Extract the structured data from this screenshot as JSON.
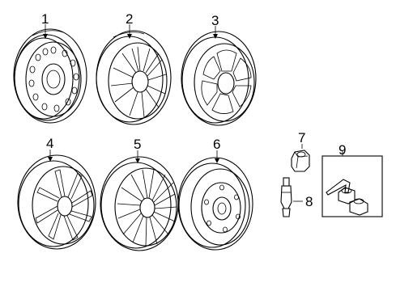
{
  "callouts": {
    "c1": "1",
    "c2": "2",
    "c3": "3",
    "c4": "4",
    "c5": "5",
    "c6": "6",
    "c7": "7",
    "c8": "8",
    "c9": "9"
  },
  "parts": [
    {
      "callout": "1",
      "icon": "steel-wheel-icon"
    },
    {
      "callout": "2",
      "icon": "alloy-wheel-split-spoke-icon"
    },
    {
      "callout": "3",
      "icon": "alloy-wheel-five-window-icon"
    },
    {
      "callout": "4",
      "icon": "alloy-wheel-ten-spoke-icon"
    },
    {
      "callout": "5",
      "icon": "alloy-wheel-multi-spoke-icon"
    },
    {
      "callout": "6",
      "icon": "steel-spare-wheel-icon"
    },
    {
      "callout": "7",
      "icon": "lug-nut-icon"
    },
    {
      "callout": "8",
      "icon": "valve-stem-icon"
    },
    {
      "callout": "9",
      "icon": "wheel-lock-kit-icon"
    }
  ]
}
